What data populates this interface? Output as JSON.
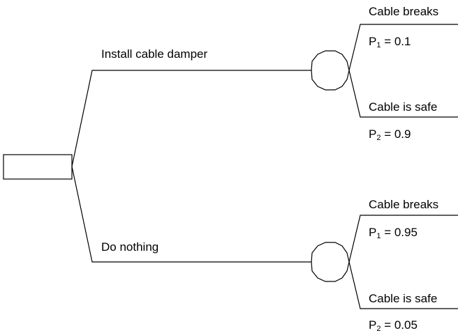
{
  "diagram": {
    "type": "decision-tree",
    "decision_node": {
      "label": ""
    },
    "options": [
      {
        "label": "Install cable damper",
        "outcomes": [
          {
            "label": "Cable breaks",
            "prob_symbol": "P",
            "prob_index": "1",
            "prob_text": " = 0.1",
            "probability": 0.1
          },
          {
            "label": "Cable is safe",
            "prob_symbol": "P",
            "prob_index": "2",
            "prob_text": " = 0.9",
            "probability": 0.9
          }
        ]
      },
      {
        "label": "Do nothing",
        "outcomes": [
          {
            "label": "Cable breaks",
            "prob_symbol": "P",
            "prob_index": "1",
            "prob_text": " = 0.95",
            "probability": 0.95
          },
          {
            "label": "Cable is safe",
            "prob_symbol": "P",
            "prob_index": "2",
            "prob_text": " = 0.05",
            "probability": 0.05
          }
        ]
      }
    ]
  }
}
